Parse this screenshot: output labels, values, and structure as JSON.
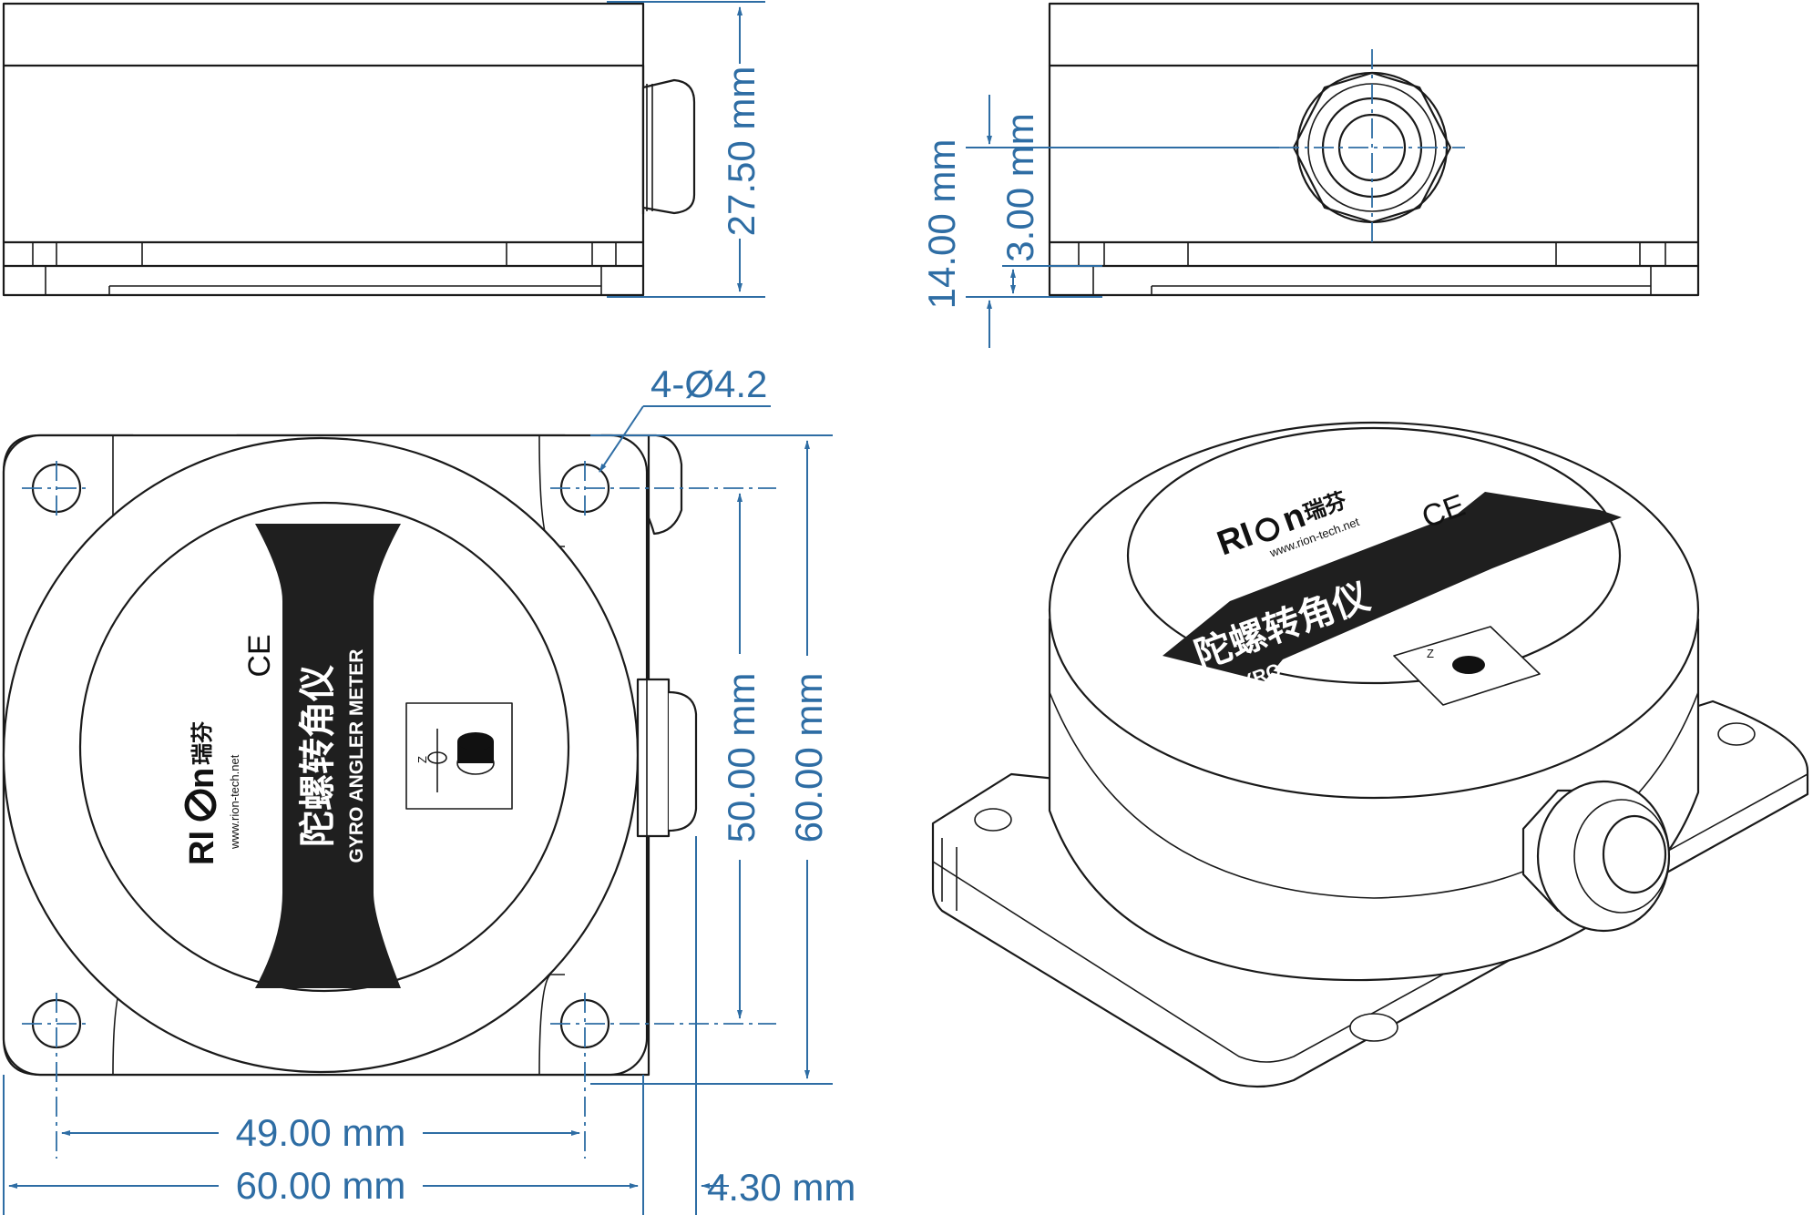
{
  "dimensions": {
    "side_height": "27.50 mm",
    "front_connector_height": "14.00 mm",
    "front_base_height": "3.00 mm",
    "hole_spec": "4-Ø4.2",
    "hole_spacing_v": "50.00 mm",
    "overall_v": "60.00 mm",
    "hole_spacing_h": "49.00 mm",
    "overall_h": "60.00 mm",
    "connector_offset": "4.30 mm"
  },
  "label": {
    "brand": "RI",
    "brand_end": "n",
    "brand_cn": "瑞芬",
    "website": "www.rion-tech.net",
    "ce_mark": "CE",
    "product_cn": "陀螺转角仪",
    "product_en": "GYRO ANGLER METER",
    "axis_label": "Z"
  },
  "colors": {
    "dimension": "#2e6da4",
    "outline": "#1a1a1a",
    "label_band": "#1f1f1f"
  }
}
